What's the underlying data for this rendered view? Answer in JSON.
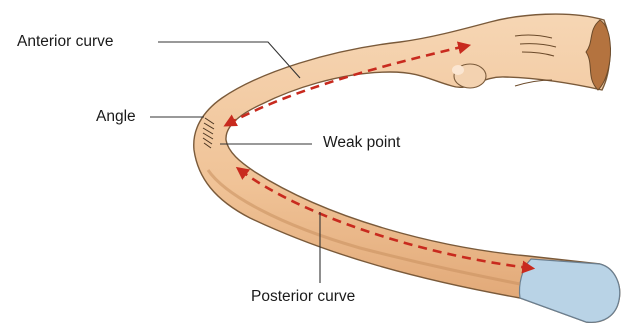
{
  "labels": {
    "anterior_curve": "Anterior curve",
    "angle": "Angle",
    "weak_point": "Weak point",
    "posterior_curve": "Posterior curve"
  },
  "colors": {
    "bone_fill": "#f2c9a0",
    "bone_shade": "#e0a877",
    "bone_outline": "#7a5a3a",
    "cartilage": "#b9d3e6",
    "fracture_end": "#b4733f",
    "arrow": "#c82a1e",
    "leader": "#333333"
  }
}
